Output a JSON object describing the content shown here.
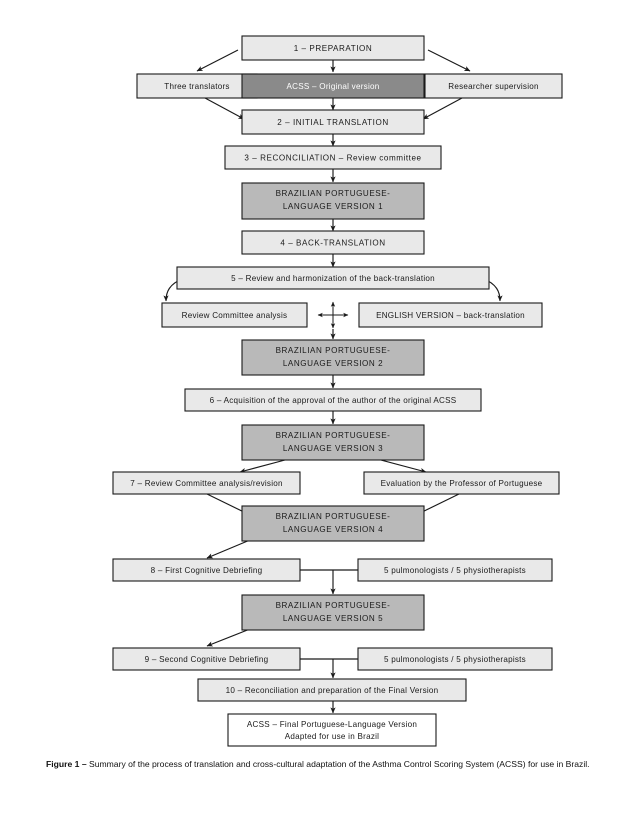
{
  "figure": {
    "caption_label": "Figure 1 –",
    "caption_text": " Summary of the process of translation and cross-cultural adaptation of the Asthma Control Scoring System (ACSS) for use in Brazil.",
    "colors": {
      "box_light": "#e9e9e9",
      "box_mid": "#b9b9b9",
      "box_dark": "#8a8a8a",
      "box_white": "#ffffff",
      "stroke": "#1a1a1a",
      "text": "#1a1a1a",
      "text_on_dark": "#ffffff",
      "background": "#ffffff"
    }
  },
  "chart_data": {
    "type": "diagram",
    "title": "Summary of the process of translation and cross-cultural adaptation of the Asthma Control Scoring System (ACSS) for use in Brazil.",
    "nodes": [
      {
        "id": "n1",
        "label": "1 – PREPARATION",
        "style": "light",
        "lines": [
          "1 – PREPARATION"
        ]
      },
      {
        "id": "n2",
        "label": "Three translators",
        "style": "light",
        "lines": [
          "Three translators"
        ]
      },
      {
        "id": "n3",
        "label": "ACSS – Original version",
        "style": "dark",
        "lines": [
          "ACSS – Original version"
        ]
      },
      {
        "id": "n4",
        "label": "Researcher supervision",
        "style": "light",
        "lines": [
          "Researcher supervision"
        ]
      },
      {
        "id": "n5",
        "label": "2 – INITIAL TRANSLATION",
        "style": "light",
        "lines": [
          "2 – INITIAL TRANSLATION"
        ]
      },
      {
        "id": "n6",
        "label": "3 – RECONCILIATION – Review committee",
        "style": "light",
        "lines": [
          "3 – RECONCILIATION – Review committee"
        ]
      },
      {
        "id": "n7",
        "label": "BRAZILIAN PORTUGUESE-LANGUAGE VERSION 1",
        "style": "mid",
        "lines": [
          "BRAZILIAN PORTUGUESE-",
          "LANGUAGE VERSION 1"
        ]
      },
      {
        "id": "n8",
        "label": "4 – BACK-TRANSLATION",
        "style": "light",
        "lines": [
          "4 – BACK-TRANSLATION"
        ]
      },
      {
        "id": "n9",
        "label": "5 – Review and harmonization of the back-translation",
        "style": "light",
        "lines": [
          "5 – Review and harmonization of the back-translation"
        ]
      },
      {
        "id": "n10",
        "label": "Review Committee analysis",
        "style": "light",
        "lines": [
          "Review Committee analysis"
        ]
      },
      {
        "id": "n11",
        "label": "ENGLISH VERSION – back-translation",
        "style": "light",
        "lines": [
          "ENGLISH VERSION – back-translation"
        ]
      },
      {
        "id": "n12",
        "label": "BRAZILIAN PORTUGUESE-LANGUAGE VERSION 2",
        "style": "mid",
        "lines": [
          "BRAZILIAN PORTUGUESE-",
          "LANGUAGE VERSION 2"
        ]
      },
      {
        "id": "n13",
        "label": "6 – Acquisition of the approval of the author of the original ACSS",
        "style": "light",
        "lines": [
          "6 – Acquisition of the approval of the author of the original ACSS"
        ]
      },
      {
        "id": "n14",
        "label": "BRAZILIAN PORTUGUESE-LANGUAGE VERSION 3",
        "style": "mid",
        "lines": [
          "BRAZILIAN PORTUGUESE-",
          "LANGUAGE VERSION 3"
        ]
      },
      {
        "id": "n15",
        "label": "7 – Review Committee analysis/revision",
        "style": "light",
        "lines": [
          "7 – Review Committee analysis/revision"
        ]
      },
      {
        "id": "n16",
        "label": "Evaluation by the Professor of Portuguese",
        "style": "light",
        "lines": [
          "Evaluation by the Professor of Portuguese"
        ]
      },
      {
        "id": "n17",
        "label": "BRAZILIAN PORTUGUESE-LANGUAGE VERSION 4",
        "style": "mid",
        "lines": [
          "BRAZILIAN PORTUGUESE-",
          "LANGUAGE VERSION 4"
        ]
      },
      {
        "id": "n18",
        "label": "8 – First Cognitive Debriefing",
        "style": "light",
        "lines": [
          "8 – First Cognitive Debriefing"
        ]
      },
      {
        "id": "n19",
        "label": "5 pulmonologists / 5 physiotherapists",
        "style": "light",
        "lines": [
          "5 pulmonologists / 5 physiotherapists"
        ]
      },
      {
        "id": "n20",
        "label": "BRAZILIAN PORTUGUESE-LANGUAGE VERSION 5",
        "style": "mid",
        "lines": [
          "BRAZILIAN PORTUGUESE-",
          "LANGUAGE VERSION 5"
        ]
      },
      {
        "id": "n21",
        "label": "9 – Second Cognitive Debriefing",
        "style": "light",
        "lines": [
          "9 – Second Cognitive Debriefing"
        ]
      },
      {
        "id": "n22",
        "label": "5 pulmonologists / 5 physiotherapists",
        "style": "light",
        "lines": [
          "5 pulmonologists / 5 physiotherapists"
        ]
      },
      {
        "id": "n23",
        "label": "10 – Reconciliation and preparation of the Final Version",
        "style": "light",
        "lines": [
          "10 – Reconciliation and preparation of the Final Version"
        ]
      },
      {
        "id": "n24",
        "label": "ACSS – Final Portuguese-Language Version Adapted for use in Brazil",
        "style": "white",
        "lines": [
          "ACSS – Final Portuguese-Language Version",
          "Adapted for use in Brazil"
        ]
      }
    ],
    "edges": [
      {
        "from": "n1",
        "to": "n2",
        "kind": "diagonal-arrow"
      },
      {
        "from": "n1",
        "to": "n3",
        "kind": "straight-arrow"
      },
      {
        "from": "n1",
        "to": "n4",
        "kind": "diagonal-arrow"
      },
      {
        "from": "n2",
        "to": "n5",
        "kind": "diagonal-arrow"
      },
      {
        "from": "n3",
        "to": "n5",
        "kind": "straight-arrow"
      },
      {
        "from": "n4",
        "to": "n5",
        "kind": "diagonal-arrow"
      },
      {
        "from": "n5",
        "to": "n6",
        "kind": "straight-arrow"
      },
      {
        "from": "n6",
        "to": "n7",
        "kind": "straight-arrow"
      },
      {
        "from": "n7",
        "to": "n8",
        "kind": "straight-arrow"
      },
      {
        "from": "n8",
        "to": "n9",
        "kind": "straight-arrow"
      },
      {
        "from": "n9",
        "to": "n10",
        "kind": "curved-arrow"
      },
      {
        "from": "n9",
        "to": "n11",
        "kind": "curved-arrow"
      },
      {
        "from": "n10",
        "to": "n11",
        "kind": "four-way-cross"
      },
      {
        "from": "n11",
        "to": "n12",
        "kind": "straight-arrow"
      },
      {
        "from": "n12",
        "to": "n13",
        "kind": "straight-arrow"
      },
      {
        "from": "n13",
        "to": "n14",
        "kind": "straight-arrow"
      },
      {
        "from": "n14",
        "to": "n15",
        "kind": "diagonal-arrow"
      },
      {
        "from": "n14",
        "to": "n16",
        "kind": "diagonal-arrow"
      },
      {
        "from": "n15",
        "to": "n17",
        "kind": "diagonal-arrow"
      },
      {
        "from": "n16",
        "to": "n17",
        "kind": "diagonal-arrow"
      },
      {
        "from": "n17",
        "to": "n18",
        "kind": "diagonal-arrow"
      },
      {
        "from": "n18",
        "to": "n20",
        "kind": "connector-arrow"
      },
      {
        "from": "n19",
        "to": "n20",
        "kind": "connector-arrow"
      },
      {
        "from": "n20",
        "to": "n21",
        "kind": "diagonal-arrow"
      },
      {
        "from": "n21",
        "to": "n23",
        "kind": "connector-arrow"
      },
      {
        "from": "n22",
        "to": "n23",
        "kind": "connector-arrow"
      },
      {
        "from": "n23",
        "to": "n24",
        "kind": "straight-arrow"
      }
    ]
  }
}
